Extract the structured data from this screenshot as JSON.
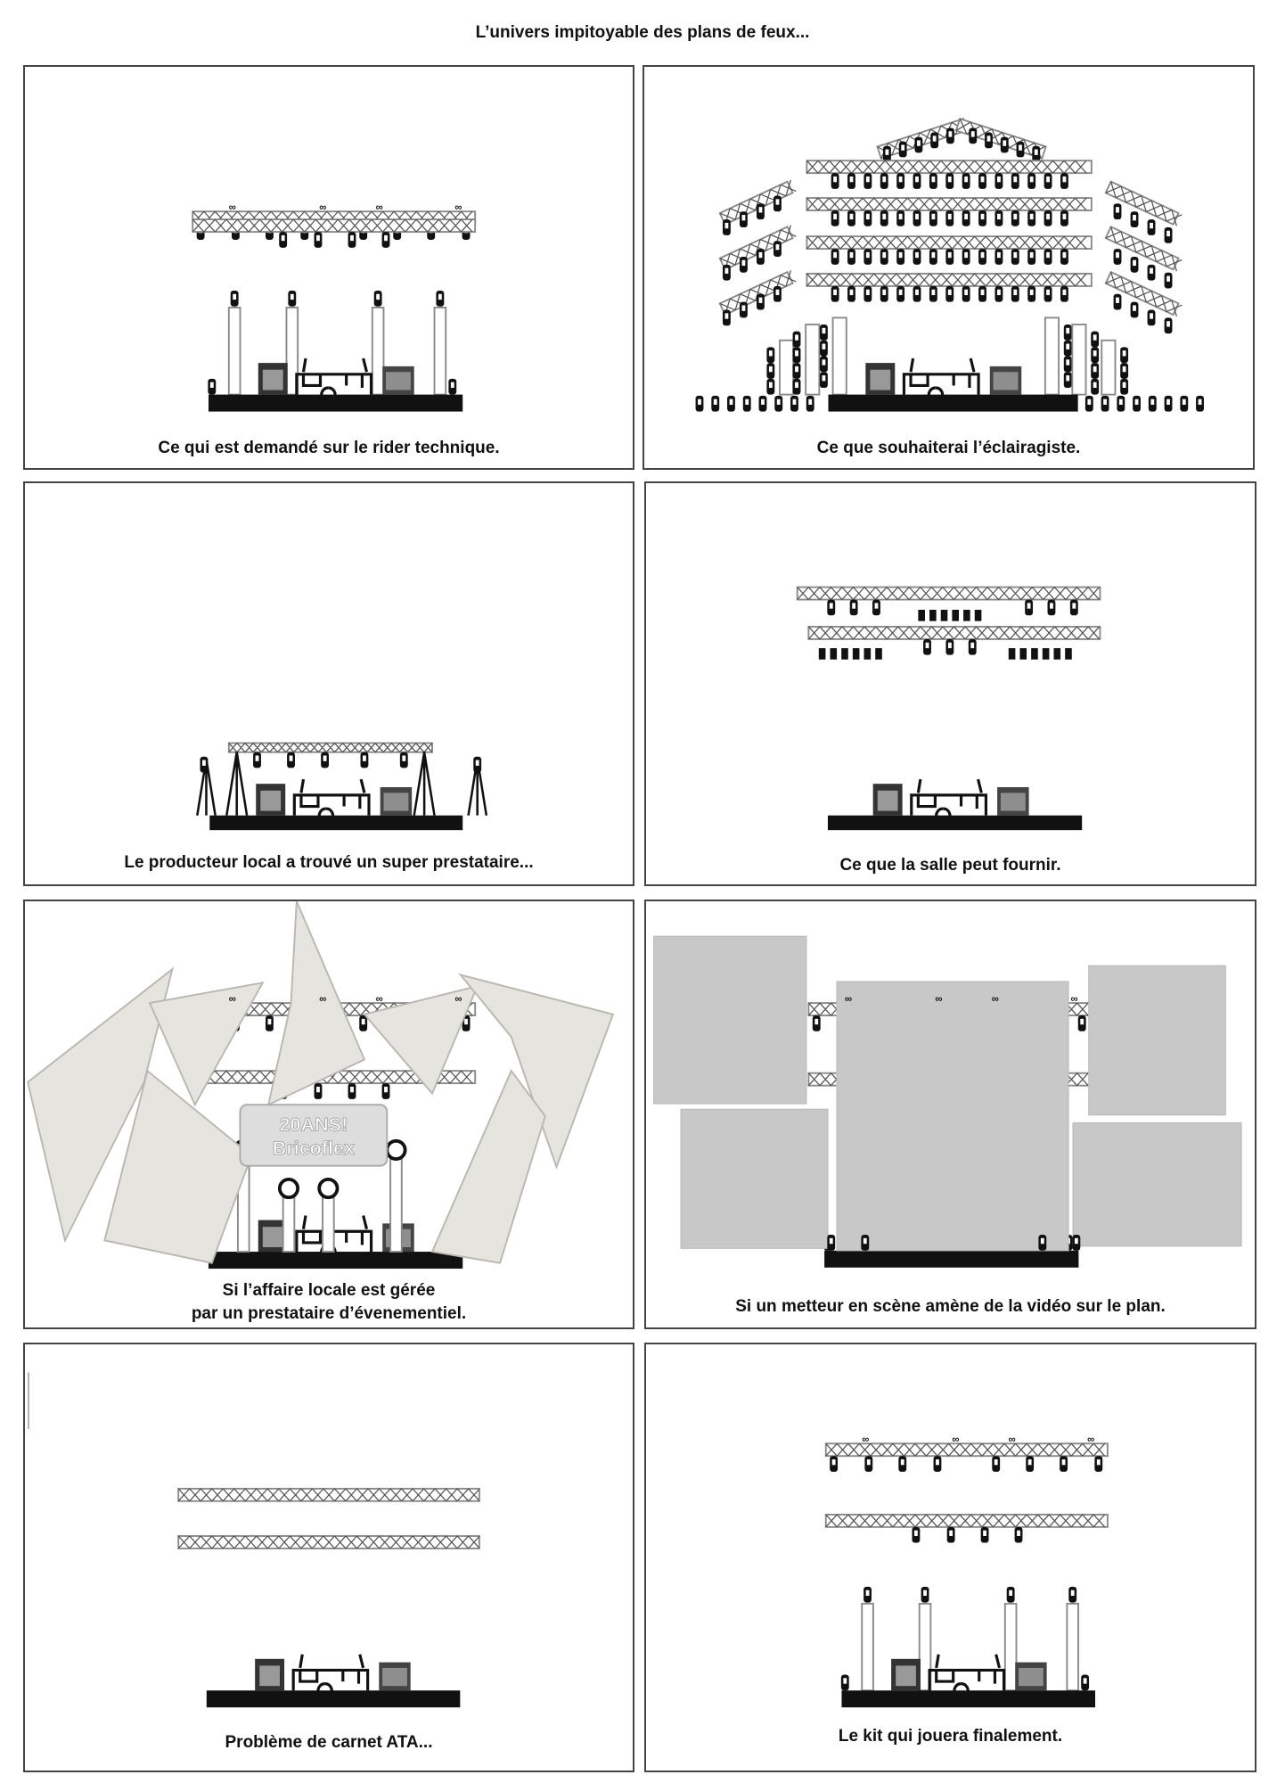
{
  "title": "L’univers impitoyable des plans de feux...",
  "panels": [
    {
      "caption": "Ce qui est demandé sur le rider technique."
    },
    {
      "caption": "Ce que souhaiterai l’éclairagiste."
    },
    {
      "caption": "Le producteur local a trouvé un super prestataire..."
    },
    {
      "caption": "Ce que la salle peut fournir."
    },
    {
      "caption": "Si l’affaire locale est gérée",
      "caption2": "par un prestataire d’évenementiel.",
      "banner": [
        "20ANS!",
        "Bricoflex"
      ]
    },
    {
      "caption": "Si un metteur en scène amène de la vidéo sur le plan."
    },
    {
      "caption": "Problème de carnet ATA..."
    },
    {
      "caption": "Le kit qui jouera finalement."
    }
  ],
  "colors": {
    "ink": "#111111",
    "truss": "#8a8a8a",
    "sail": "#e6e4de",
    "screen": "#c8c8c8"
  }
}
